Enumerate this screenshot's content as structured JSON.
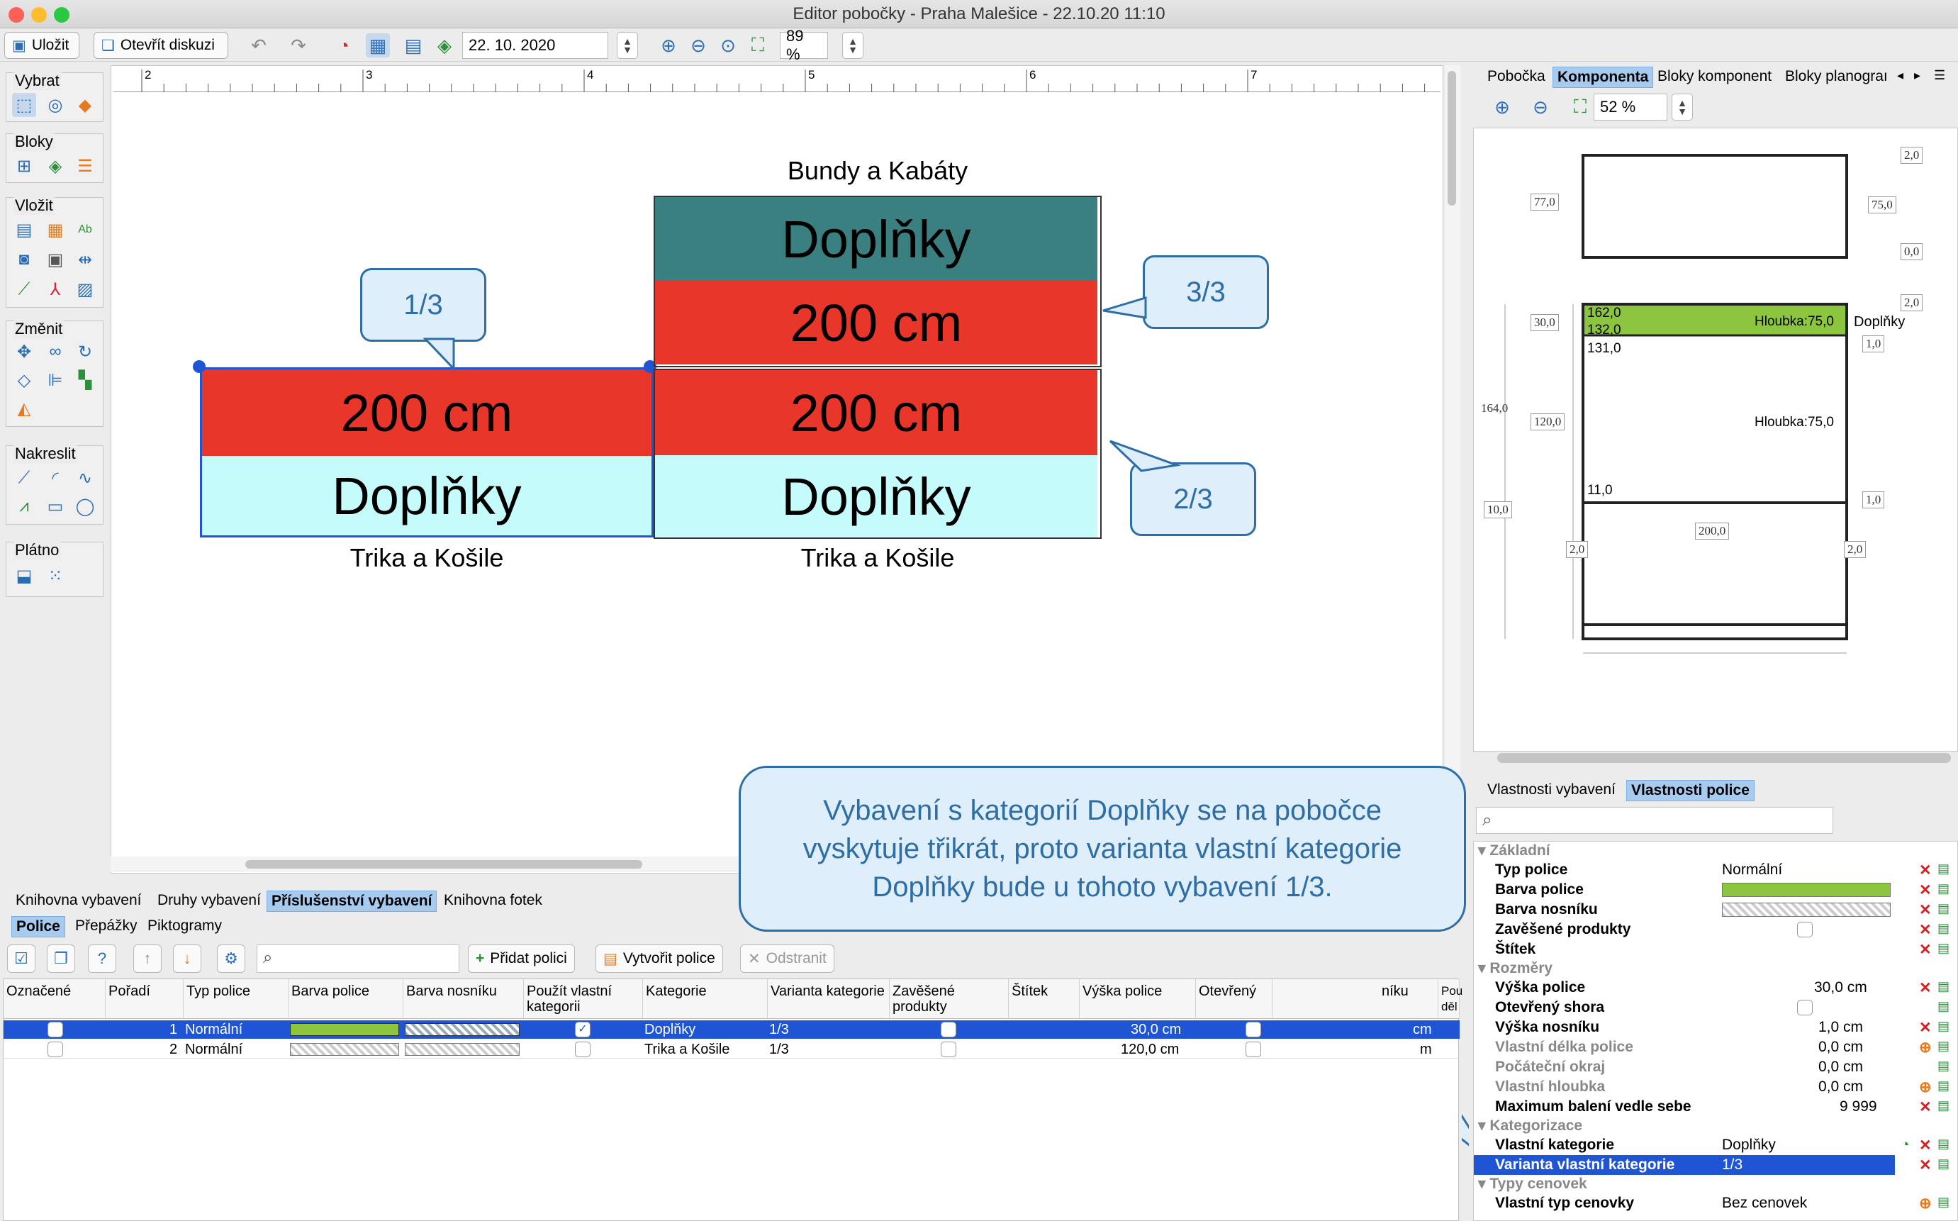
{
  "window": {
    "title": "Editor pobočky - Praha Malešice - 22.10.20 11:10"
  },
  "toolbar": {
    "save": "Uložit",
    "open_discussion": "Otevřít diskuzi",
    "date": "22. 10. 2020",
    "zoom": "89 %"
  },
  "palette": {
    "select": "Vybrat",
    "blocks": "Bloky",
    "insert": "Vložit",
    "change": "Změnit",
    "draw": "Nakreslit",
    "canvas": "Plátno"
  },
  "ruler": {
    "ticks": [
      "2",
      "3",
      "4",
      "5",
      "6",
      "7"
    ]
  },
  "canvas": {
    "left_unit": {
      "top_label": "200 cm",
      "bottom_label": "Doplňky",
      "caption": "Trika a Košile",
      "callout": "1/3"
    },
    "right_unit": {
      "header": "Bundy a Kabáty",
      "top1": "Doplňky",
      "top2": "200 cm",
      "bot1": "200 cm",
      "bot2": "Doplňky",
      "caption": "Trika a Košile",
      "callout_top": "3/3",
      "callout_bottom": "2/3"
    }
  },
  "colors": {
    "red": "#e8372a",
    "teal": "#3a8081",
    "cyan": "#c6fbfc",
    "green": "#8cc63f",
    "selection": "#1f55d4",
    "callout_border": "#2e6ea6",
    "callout_fill": "#dfeefb"
  },
  "bigcallout": "Vybavení s kategorií Doplňky se na pobočce vyskytuje třikrát, proto varianta vlastní kategorie Doplňky bude u tohoto vybavení 1/3.",
  "right_tabs": [
    "Pobočka",
    "Komponenta",
    "Bloky komponent",
    "Bloky planograı"
  ],
  "right_zoom": "52 %",
  "preview": {
    "dims": [
      "2,0",
      "77,0",
      "75,0",
      "0,0",
      "2,0",
      "30,0",
      "1,0",
      "164,0",
      "120,0",
      "10,0",
      "1,0",
      "200,0",
      "2,0",
      "2,0"
    ],
    "texts": {
      "a": "162,0",
      "b": "132,0",
      "c": "131,0",
      "d": "11,0",
      "h1": "Hloubka:75,0",
      "h2": "Hloubka:75,0",
      "cat": "Doplňky"
    }
  },
  "props_tabs": [
    "Vlastnosti vybavení",
    "Vlastnosti police"
  ],
  "props": {
    "sec_basic": "Základní",
    "sec_dims": "Rozměry",
    "sec_cat": "Kategorizace",
    "sec_price": "Typy cenovek",
    "rows": [
      {
        "k": "Typ police",
        "v": "Normální"
      },
      {
        "k": "Barva police",
        "v": ""
      },
      {
        "k": "Barva nosníku",
        "v": ""
      },
      {
        "k": "Zavěšené produkty",
        "v": ""
      },
      {
        "k": "Štítek",
        "v": ""
      },
      {
        "k": "Výška police",
        "v": "30,0 cm"
      },
      {
        "k": "Otevřený shora",
        "v": ""
      },
      {
        "k": "Výška nosníku",
        "v": "1,0 cm"
      },
      {
        "k": "Vlastní délka police",
        "v": "0,0 cm"
      },
      {
        "k": "Počáteční okraj",
        "v": "0,0 cm"
      },
      {
        "k": "Vlastní hloubka",
        "v": "0,0 cm"
      },
      {
        "k": "Maximum balení vedle sebe",
        "v": "9 999"
      },
      {
        "k": "Vlastní kategorie",
        "v": "Doplňky"
      },
      {
        "k": "Varianta vlastní kategorie",
        "v": "1/3"
      },
      {
        "k": "Vlastní typ cenovky",
        "v": "Bez cenovek"
      }
    ]
  },
  "bottom_tabs": [
    "Knihovna vybavení",
    "Druhy vybavení",
    "Příslušenství vybavení",
    "Knihovna fotek"
  ],
  "sub_tabs": [
    "Police",
    "Přepážky",
    "Piktogramy"
  ],
  "grid_buttons": {
    "add": "Přidat polici",
    "create": "Vytvořit police",
    "remove": "Odstranit"
  },
  "grid": {
    "headers": [
      "Označené",
      "Pořadí",
      "Typ police",
      "Barva police",
      "Barva nosníku",
      "Použít vlastní kategorii",
      "Kategorie",
      "Varianta kategorie",
      "Zavěšené produkty",
      "Štítek",
      "Výška police",
      "Otevřený",
      "níku",
      "Pou děl"
    ],
    "rows": [
      {
        "order": "1",
        "type": "Normální",
        "cat": "Doplňky",
        "var": "1/3",
        "height": "30,0 cm",
        "tail": "cm"
      },
      {
        "order": "2",
        "type": "Normální",
        "cat": "Trika a Košile",
        "var": "1/3",
        "height": "120,0 cm",
        "tail": "m"
      }
    ]
  }
}
